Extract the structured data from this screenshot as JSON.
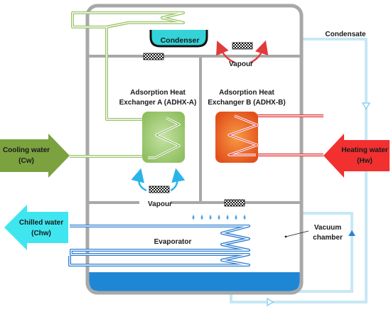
{
  "labels": {
    "condenser": "Condenser",
    "condensate": "Condensate",
    "vapour_top": "Vapour",
    "vapour_bottom": "Vapour",
    "adhx_a_line1": "Adsorption Heat",
    "adhx_a_line2": "Exchanger A (ADHX-A)",
    "adhx_b_line1": "Adsorption Heat",
    "adhx_b_line2": "Exchanger B (ADHX-B)",
    "cooling_line1": "Cooling water",
    "cooling_line2": "(Cw)",
    "heating_line1": "Heating water",
    "heating_line2": "(Hw)",
    "chilled_line1": "Chilled water",
    "chilled_line2": "(Chw)",
    "evaporator": "Evaporator",
    "vacuum_line1": "Vacuum",
    "vacuum_line2": "chamber"
  },
  "colors": {
    "chamber_wall": "#a8a8a8",
    "cooling": "#7ba23f",
    "cooling_pipe": "#9cc46a",
    "heating": "#f23030",
    "heating_pipe": "#e03030",
    "chilled": "#3fe6f0",
    "chilled_pipe": "#2f7fd0",
    "condenser_fill": "#33d3d8",
    "water_pool": "#1f86d6",
    "condensate_line": "#8fd0ee",
    "vapour_arrow_cold": "#2ab4ea",
    "vapour_arrow_hot": "#e03c3c",
    "adhx_a_fill": "#a9d17f",
    "adhx_b_fill": "#f26a24"
  },
  "icons": {
    "valve": "checkered-valve-icon",
    "droplet": "droplet-icon",
    "flow_direction": "triangle-arrow-icon"
  }
}
